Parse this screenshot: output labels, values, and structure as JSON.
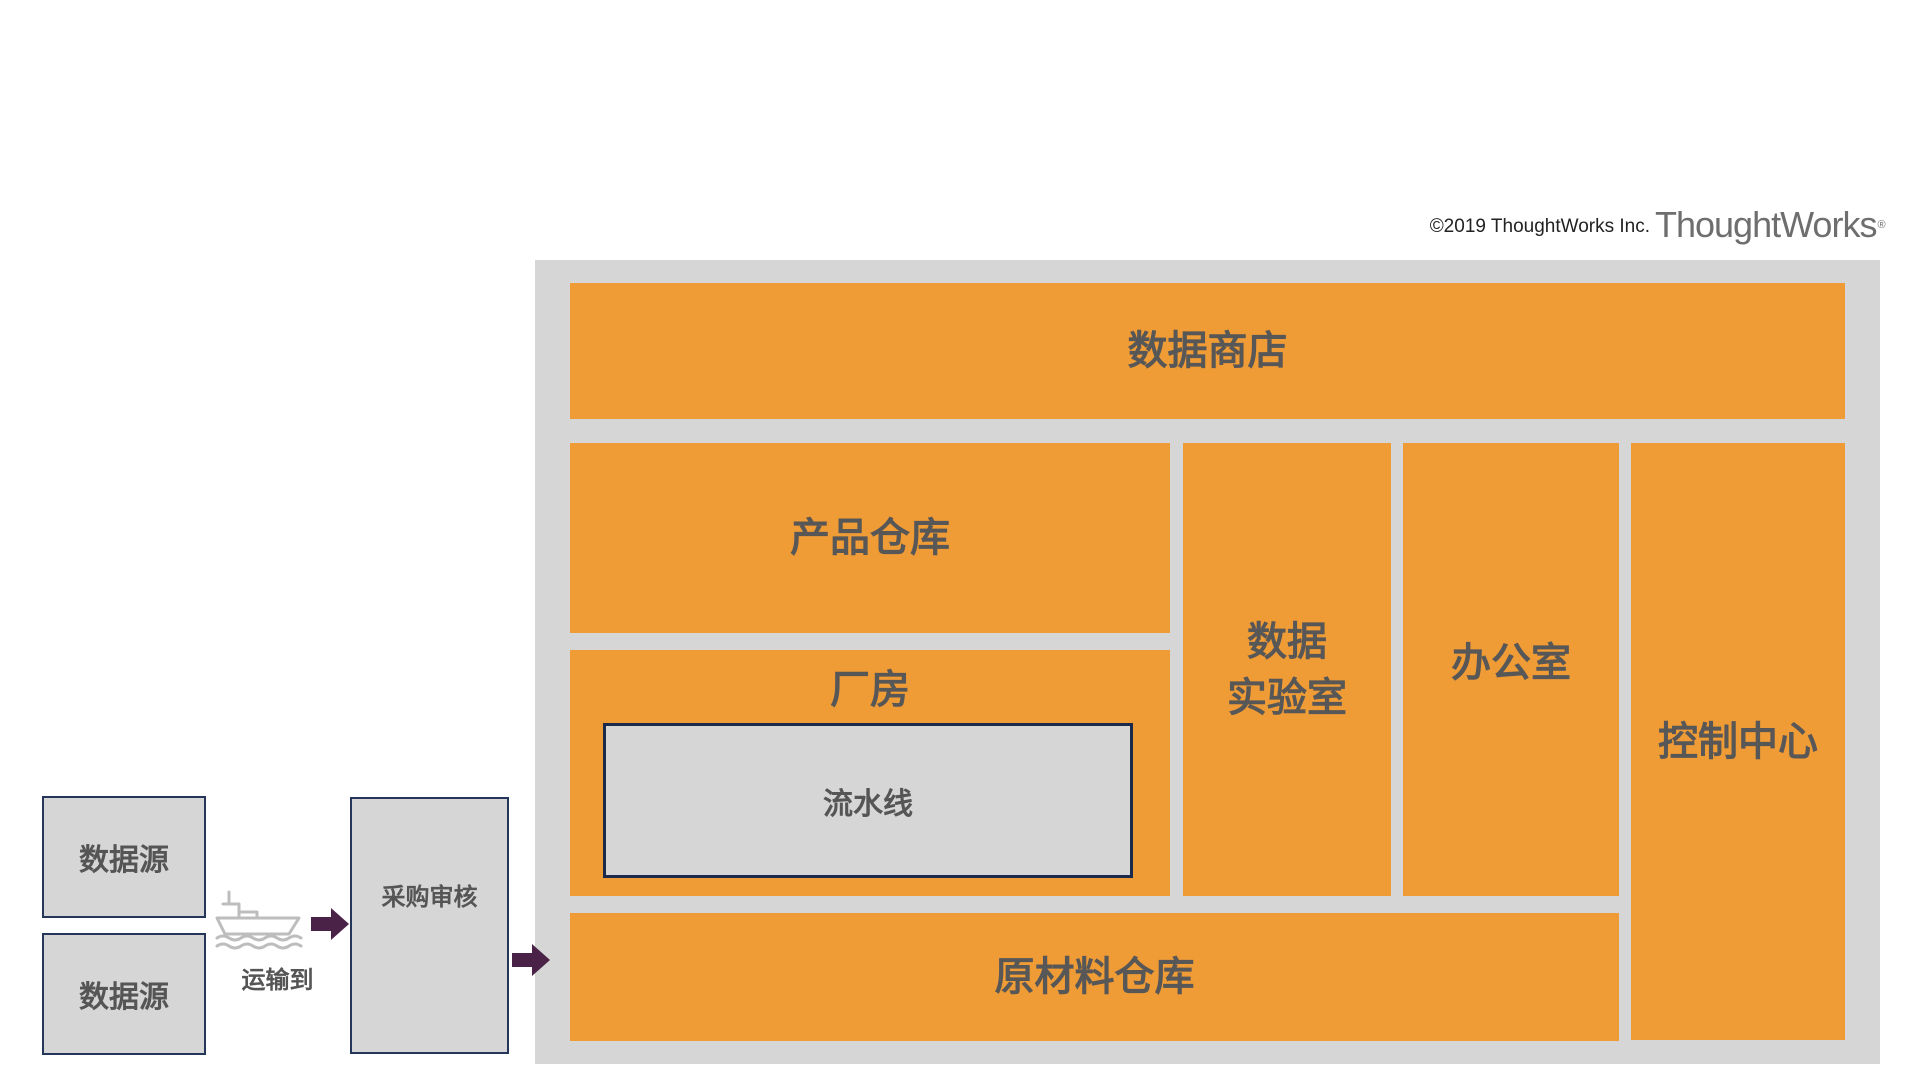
{
  "header": {
    "copyright": "©2019 ThoughtWorks Inc.",
    "logo_text": "ThoughtWorks",
    "logo_mark": "®"
  },
  "platform": {
    "data_shop": "数据商店",
    "product_warehouse": "产品仓库",
    "factory": "厂房",
    "pipeline": "流水线",
    "data_lab_line1": "数据",
    "data_lab_line2": "实验室",
    "office": "办公室",
    "control_center": "控制中心",
    "raw_warehouse": "原材料仓库"
  },
  "inputs": {
    "source_1": "数据源",
    "source_2": "数据源",
    "ship_label": "运输到",
    "review": "采购审核"
  },
  "icons": {
    "ship": "ship-icon",
    "arrow": "arrow-right-icon"
  },
  "colors": {
    "zone_fill": "#ef9b36",
    "frame_fill": "#d6d6d6",
    "box_border": "#24365a",
    "arrow": "#4a2248"
  }
}
